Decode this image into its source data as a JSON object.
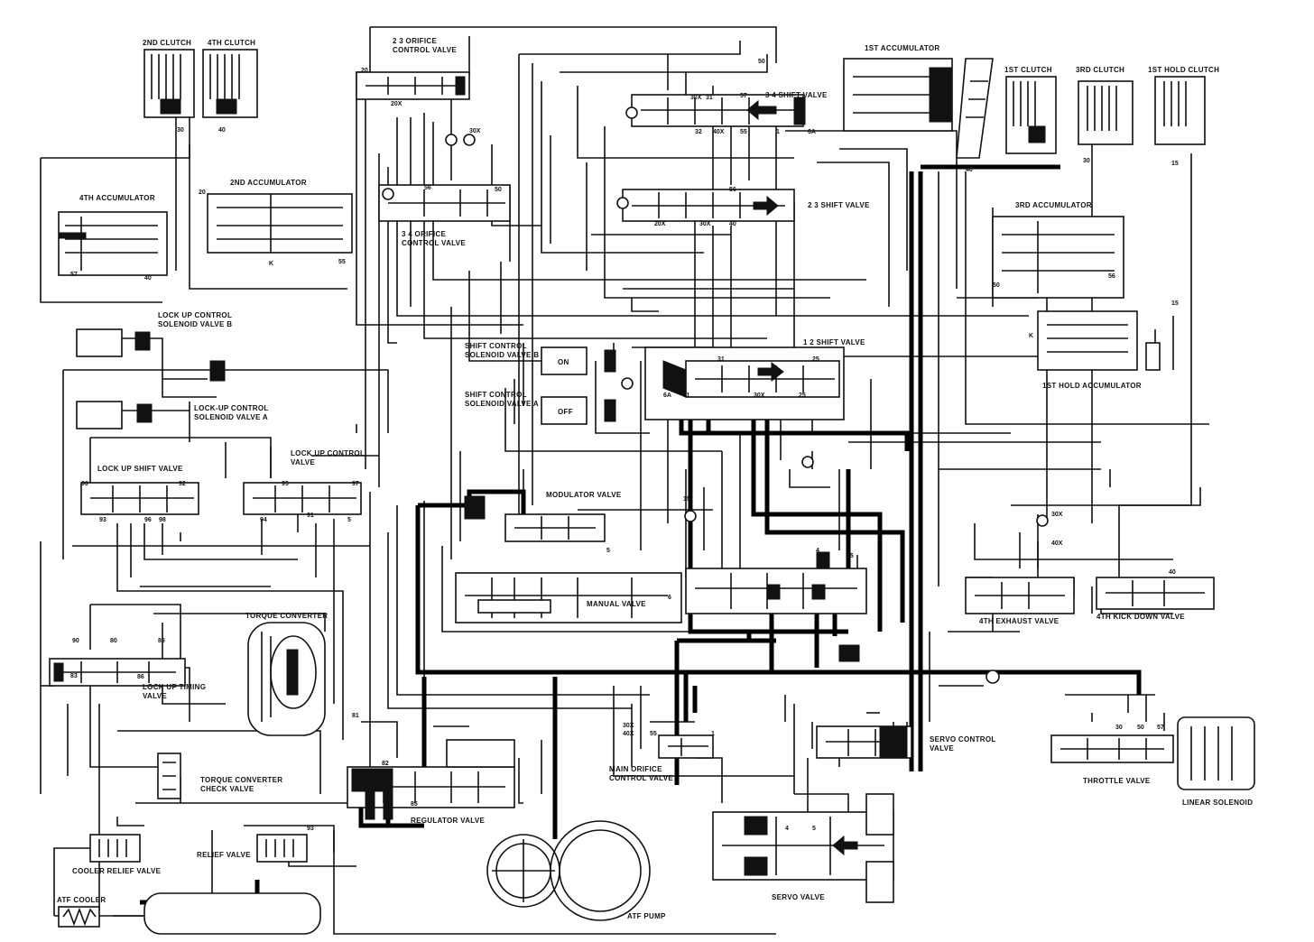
{
  "labels": {
    "clutch_2nd": "2ND CLUTCH",
    "clutch_4th": "4TH CLUTCH",
    "orifice_23": "2 3 ORIFICE",
    "orifice_23_b": "CONTROL VALVE",
    "acc_1st": "1ST ACCUMULATOR",
    "clutch_1st": "1ST CLUTCH",
    "clutch_3rd": "3RD CLUTCH",
    "hold_clutch_1st": "1ST HOLD CLUTCH",
    "shift_34": "3 4 SHIFT VALVE",
    "acc_2nd": "2ND ACCUMULATOR",
    "acc_4th": "4TH ACCUMULATOR",
    "shift_23": "2 3 SHIFT VALVE",
    "acc_3rd": "3RD ACCUMULATOR",
    "orifice_34": "3 4 ORIFICE",
    "orifice_34_b": "CONTROL VALVE",
    "lockup_b": "LOCK UP CONTROL",
    "lockup_b_2": "SOLENOID VALVE B",
    "shift_sol_b": "SHIFT CONTROL",
    "shift_sol_b_2": "SOLENOID VALVE B",
    "shift_12": "1 2 SHIFT VALVE",
    "on": "ON",
    "shift_sol_a": "SHIFT CONTROL",
    "shift_sol_a_2": "SOLENOID VALVE A",
    "off": "OFF",
    "hold_acc_1st": "1ST HOLD ACCUMULATOR",
    "lockup_a": "LOCK-UP CONTROL",
    "lockup_a_2": "SOLENOID VALVE A",
    "lockup_shift": "LOCK UP SHIFT VALVE",
    "lockup_ctrl": "LOCK UP CONTROL",
    "lockup_ctrl_2": "VALVE",
    "modulator": "MODULATOR VALVE",
    "manual": "MANUAL VALVE",
    "exhaust_4th": "4TH EXHAUST VALVE",
    "kickdown_4th": "4TH KICK DOWN VALVE",
    "torque_conv": "TORQUE CONVERTER",
    "lockup_timing": "LOCK UP TIMING",
    "lockup_timing_2": "VALVE",
    "tc_check": "TORQUE CONVERTER",
    "tc_check_2": "CHECK VALVE",
    "main_orifice": "MAIN ORIFICE",
    "main_orifice_2": "CONTROL VALVE",
    "servo_ctrl": "SERVO CONTROL",
    "servo_ctrl_2": "VALVE",
    "throttle": "THROTTLE VALVE",
    "linear_sol": "LINEAR SOLENOID",
    "regulator": "REGULATOR VALVE",
    "relief": "RELIEF VALVE",
    "cooler_relief": "COOLER RELIEF VALVE",
    "atf_cooler": "ATF COOLER",
    "atf_pump": "ATF PUMP",
    "servo": "SERVO VALVE"
  },
  "ports": {
    "p30a": "30",
    "p40a": "40",
    "p20a": "20",
    "p20b": "20",
    "p57a": "57",
    "p40b": "40",
    "pKa": "K",
    "p55a": "55",
    "p20x": "20X",
    "p56a": "56",
    "p50a": "50",
    "p30x": "30X",
    "p50b": "50",
    "p31": "31",
    "p30x2": "30X",
    "p32": "32",
    "p40x": "40X",
    "p55b": "55",
    "p57b": "57",
    "p1a": "1",
    "p6a": "6A",
    "p20x2": "20X",
    "p30x3": "30X",
    "p40b2": "40",
    "p56b": "56",
    "p40c": "40",
    "p30c": "30",
    "p15a": "15",
    "p56c": "56",
    "p50c": "50",
    "p15b": "15",
    "pKb": "K",
    "p25a": "25",
    "p31b": "31",
    "p6b": "6A",
    "p25b": "25",
    "p30x4": "30X",
    "p11": "11",
    "p90a": "90",
    "p92": "92",
    "p94": "94",
    "p95": "95",
    "p97": "97",
    "p93": "93",
    "p96": "96",
    "p98": "98",
    "p91": "91",
    "p5a": "5",
    "p15c": "15",
    "p4a": "4",
    "p25c": "25",
    "p5b": "5",
    "p6c": "6",
    "p30x5": "30X",
    "p40x5": "40X",
    "p40d": "40",
    "p90b": "90",
    "p80": "80",
    "p85": "85",
    "p81": "81",
    "p83": "83",
    "p86": "86",
    "p30x6": "30X",
    "p40x6": "40X",
    "p55c": "55",
    "p1b": "1",
    "p82": "82",
    "p85b": "85",
    "p93b": "93",
    "p30d": "30",
    "p50d": "50",
    "p57c": "57",
    "p1c": "1",
    "p4b": "4",
    "p5c": "5"
  },
  "icons": [
    "check-ball-icon",
    "solenoid-plunger-icon",
    "flow-arrow-icon",
    "spring-icon",
    "gear-pump-icon"
  ],
  "colors": {
    "line": "#111111",
    "background": "#ffffff"
  }
}
